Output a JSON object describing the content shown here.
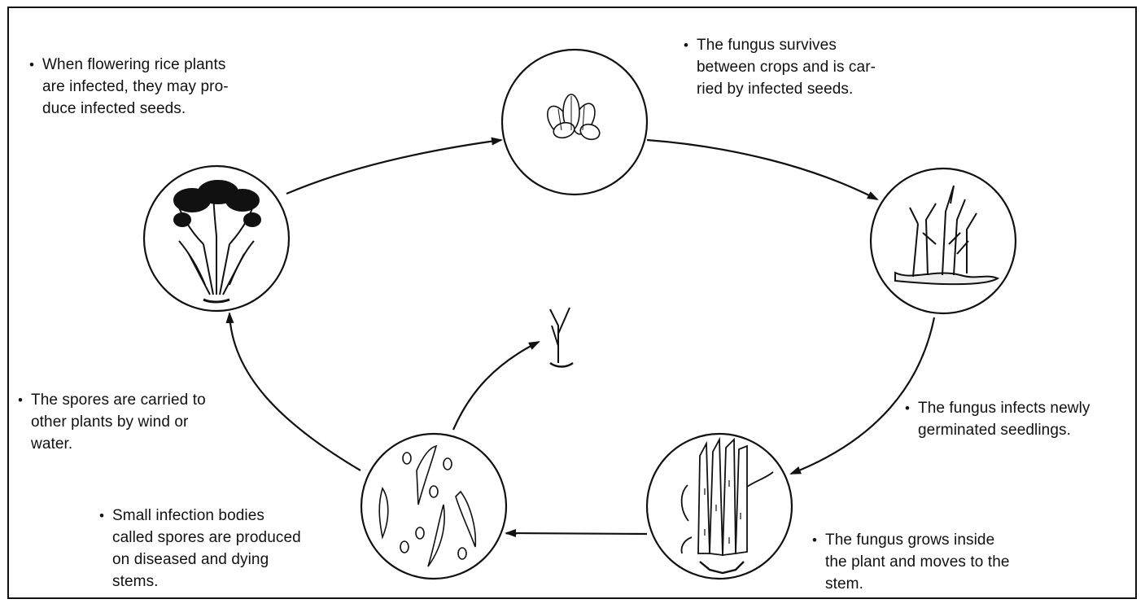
{
  "captions": {
    "flowering": {
      "bullet": "•",
      "lines": [
        "When flowering rice plants",
        "are infected, they may pro-",
        "duce infected seeds."
      ]
    },
    "survives": {
      "bullet": "•",
      "lines": [
        "The fungus survives",
        "between crops and is car-",
        "ried by infected seeds."
      ]
    },
    "seedlings": {
      "bullet": "•",
      "lines": [
        "The fungus infects newly",
        "germinated seedlings."
      ]
    },
    "grows": {
      "bullet": "•",
      "lines": [
        "The fungus grows inside",
        "the plant and moves to the",
        "stem."
      ]
    },
    "spores_produced": {
      "bullet": "•",
      "lines": [
        "Small infection bodies",
        "called spores are produced",
        "on diseased and dying",
        "stems."
      ]
    },
    "spores_carried": {
      "bullet": "•",
      "lines": [
        "The spores are carried to",
        "other plants by wind or",
        "water."
      ]
    }
  },
  "stages": [
    {
      "id": "infected-seeds",
      "icon": "rice-seeds-icon"
    },
    {
      "id": "seedlings-in-water",
      "icon": "seedlings-icon"
    },
    {
      "id": "infected-stems",
      "icon": "diseased-stem-icon"
    },
    {
      "id": "spores",
      "icon": "spores-icon"
    },
    {
      "id": "flowering-plant",
      "icon": "flowering-rice-plant-icon"
    }
  ],
  "center_icon": "young-seedling-icon",
  "colors": {
    "ink": "#111111",
    "background": "#ffffff"
  }
}
